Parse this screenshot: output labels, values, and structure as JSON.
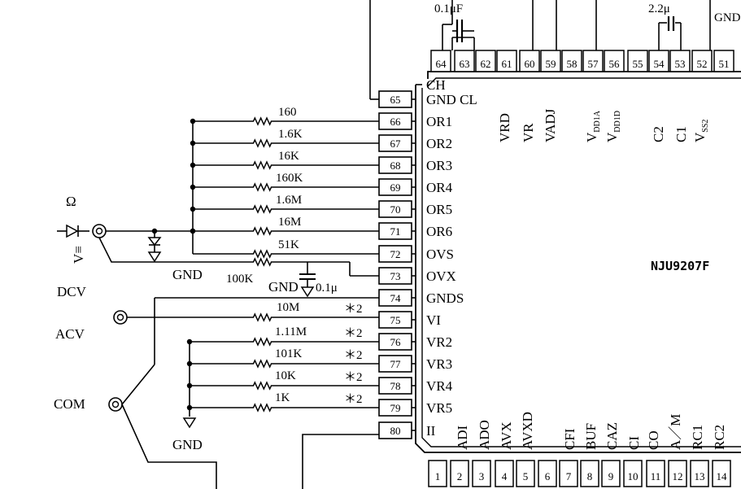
{
  "chip": {
    "part_number": "NJU9207F",
    "left_pins": [
      {
        "num": "65",
        "signal": "GND CL"
      },
      {
        "num": "66",
        "signal": "OR1"
      },
      {
        "num": "67",
        "signal": "OR2"
      },
      {
        "num": "68",
        "signal": "OR3"
      },
      {
        "num": "69",
        "signal": "OR4"
      },
      {
        "num": "70",
        "signal": "OR5"
      },
      {
        "num": "71",
        "signal": "OR6"
      },
      {
        "num": "72",
        "signal": "OVS"
      },
      {
        "num": "73",
        "signal": "OVX"
      },
      {
        "num": "74",
        "signal": "GNDS"
      },
      {
        "num": "75",
        "signal": "VI"
      },
      {
        "num": "76",
        "signal": "VR2"
      },
      {
        "num": "77",
        "signal": "VR3"
      },
      {
        "num": "78",
        "signal": "VR4"
      },
      {
        "num": "79",
        "signal": "VR5"
      },
      {
        "num": "80",
        "signal": "II"
      }
    ],
    "corner_label": "CH",
    "top_pins": [
      "64",
      "63",
      "62",
      "61",
      "60",
      "59",
      "58",
      "57",
      "56",
      "55",
      "54",
      "53",
      "52",
      "51"
    ],
    "top_signals": [
      {
        "text": "VRD"
      },
      {
        "text": "VR"
      },
      {
        "text": "VADJ"
      },
      {
        "text": "VDD1A",
        "main": "V",
        "sub": "DD1A"
      },
      {
        "text": "VDD1D",
        "main": "V",
        "sub": "DD1D"
      },
      {
        "text": "C2"
      },
      {
        "text": "C1"
      },
      {
        "text": "VSS2",
        "main": "V",
        "sub": "SS2"
      }
    ],
    "bottom_pins": [
      "1",
      "2",
      "3",
      "4",
      "5",
      "6",
      "7",
      "8",
      "9",
      "10",
      "11",
      "12",
      "13",
      "14"
    ],
    "bottom_signals": [
      "ADI",
      "ADO",
      "AVX",
      "AVXD",
      "CFI",
      "BUF",
      "CAZ",
      "CI",
      "CO",
      "A／M",
      "RC1",
      "RC2"
    ]
  },
  "components": {
    "top_cap_1": "0.1μF",
    "top_cap_2": "2.2μ",
    "top_right_label": "GND",
    "cap_73": "0.1μ",
    "cap_73_gnd": "GND",
    "range_resistors": [
      "160",
      "1.6K",
      "16K",
      "160K",
      "1.6M",
      "16M",
      "51K"
    ],
    "series_resistor": "100K",
    "ac_resistors": [
      "10M",
      "1.11M",
      "101K",
      "10K",
      "1K"
    ],
    "ac_note": "＊2"
  },
  "terminals": {
    "ohm_v": "Ω",
    "ohm_v_sub": "V≡",
    "dcv": "DCV",
    "acv": "ACV",
    "com": "COM",
    "gnd_left": "GND",
    "gnd_bottom": "GND"
  }
}
